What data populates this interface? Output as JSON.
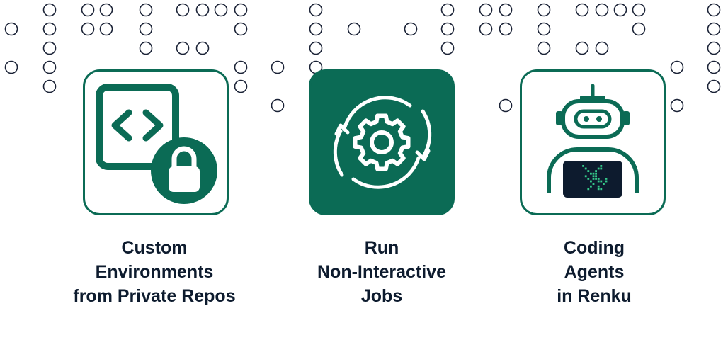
{
  "colors": {
    "accent": "#0b6b55",
    "text": "#0d1b2e",
    "dots": "#1a2236",
    "screen_pixels": "#35c98a",
    "screen_bg": "#0d1b2e"
  },
  "features": [
    {
      "icon": "code-lock-icon",
      "style": "outline",
      "lines": [
        "Custom",
        "Environments",
        "from Private Repos"
      ]
    },
    {
      "icon": "gear-cycle-icon",
      "style": "filled",
      "lines": [
        "Run",
        "Non-Interactive",
        "Jobs"
      ]
    },
    {
      "icon": "robot-icon",
      "style": "outline",
      "lines": [
        "Coding",
        "Agents",
        "in Renku"
      ]
    }
  ]
}
